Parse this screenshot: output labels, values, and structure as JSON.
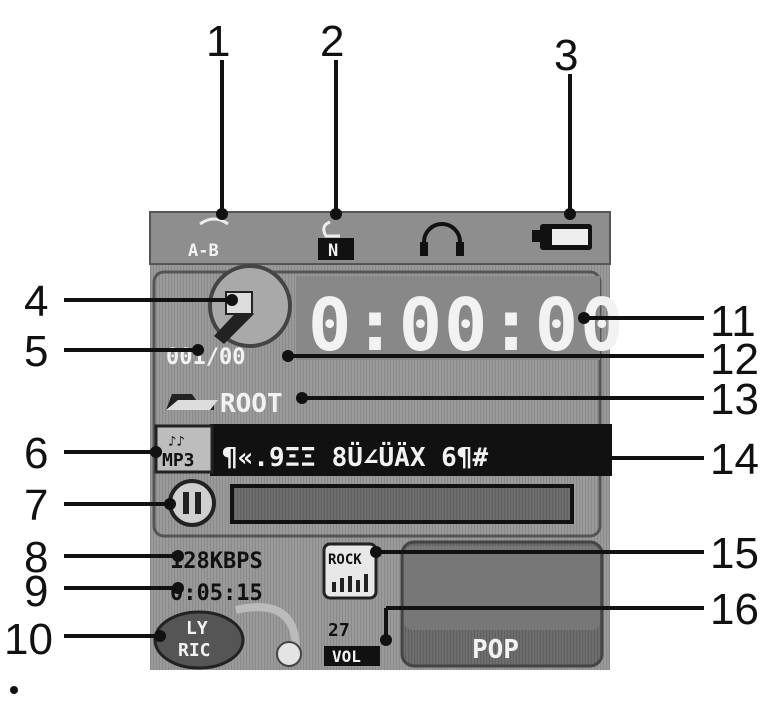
{
  "callouts": [
    "1",
    "2",
    "3",
    "4",
    "5",
    "6",
    "7",
    "8",
    "9",
    "10",
    "11",
    "12",
    "13",
    "14",
    "15",
    "16"
  ],
  "display": {
    "ab_label": "A-B",
    "repeat_mode": "N",
    "time": "0:00:00",
    "track_counter": "001/00",
    "folder": "ROOT",
    "format": "MP3",
    "track_title": "¶«.9ΞΞ 8Ü∠ÜÄX 6¶#",
    "bitrate": "128KBPS",
    "total_time": "0:05:15",
    "lyric_top": "LY",
    "lyric_bottom": "RIC",
    "eq_preset": "ROCK",
    "volume_value": "27",
    "volume_label": "VOL",
    "eq_name": "POP"
  }
}
